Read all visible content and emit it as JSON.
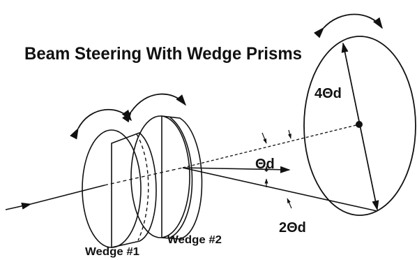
{
  "title": "Beam Steering With Wedge Prisms",
  "labels": {
    "wedge1": "Wedge #1",
    "wedge2": "Wedge #2",
    "theta": "Θd",
    "two_theta": "2Θd",
    "four_theta": "4Θd"
  },
  "colors": {
    "line": "#111111",
    "glass_light": "#eef7fb",
    "glass_mid": "#cfe6ef",
    "glass_dark": "#a9cfdd",
    "background": "#ffffff"
  }
}
